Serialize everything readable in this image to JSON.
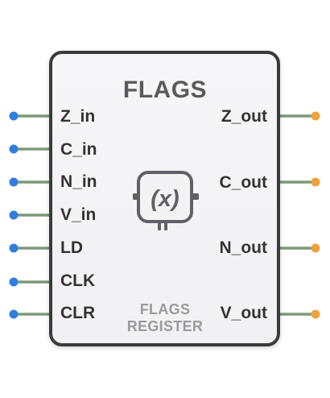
{
  "block": {
    "title": "FLAGS",
    "subtitle_line1": "FLAGS",
    "subtitle_line2": "REGISTER",
    "center_icon": "function-chip-icon"
  },
  "inputs": [
    {
      "label": "Z_in"
    },
    {
      "label": "C_in"
    },
    {
      "label": "N_in"
    },
    {
      "label": "V_in"
    },
    {
      "label": "LD"
    },
    {
      "label": "CLK"
    },
    {
      "label": "CLR"
    }
  ],
  "outputs": [
    {
      "label": "Z_out"
    },
    {
      "label": "C_out"
    },
    {
      "label": "N_out"
    },
    {
      "label": "V_out"
    }
  ],
  "colors": {
    "input_dot": "#2f7de0",
    "output_dot": "#f0a23a",
    "wire": "#7b9a78",
    "border": "#3a3a3c"
  }
}
